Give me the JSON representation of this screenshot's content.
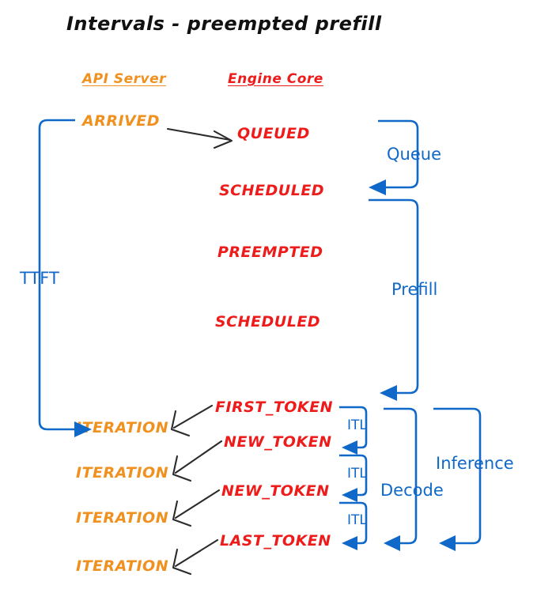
{
  "title": "Intervals - preempted prefill",
  "colors": {
    "api_server": "#F0901E",
    "engine_core": "#EE1B1B",
    "interval": "#1068C8",
    "arrow": "#2b2b2b",
    "background": "#ffffff"
  },
  "columns": {
    "api_server": "API Server",
    "engine_core": "Engine Core"
  },
  "events": {
    "api_server": [
      {
        "label": "ARRIVED"
      },
      {
        "label": "ITERATION"
      },
      {
        "label": "ITERATION"
      },
      {
        "label": "ITERATION"
      },
      {
        "label": "ITERATION"
      }
    ],
    "engine_core": [
      {
        "label": "QUEUED"
      },
      {
        "label": "SCHEDULED"
      },
      {
        "label": "PREEMPTED"
      },
      {
        "label": "SCHEDULED"
      },
      {
        "label": "FIRST_TOKEN"
      },
      {
        "label": "NEW_TOKEN"
      },
      {
        "label": "NEW_TOKEN"
      },
      {
        "label": "LAST_TOKEN"
      }
    ]
  },
  "intervals": [
    {
      "label": "TTFT"
    },
    {
      "label": "Queue"
    },
    {
      "label": "Prefill"
    },
    {
      "label": "ITL"
    },
    {
      "label": "ITL"
    },
    {
      "label": "ITL"
    },
    {
      "label": "Decode"
    },
    {
      "label": "Inference"
    }
  ]
}
